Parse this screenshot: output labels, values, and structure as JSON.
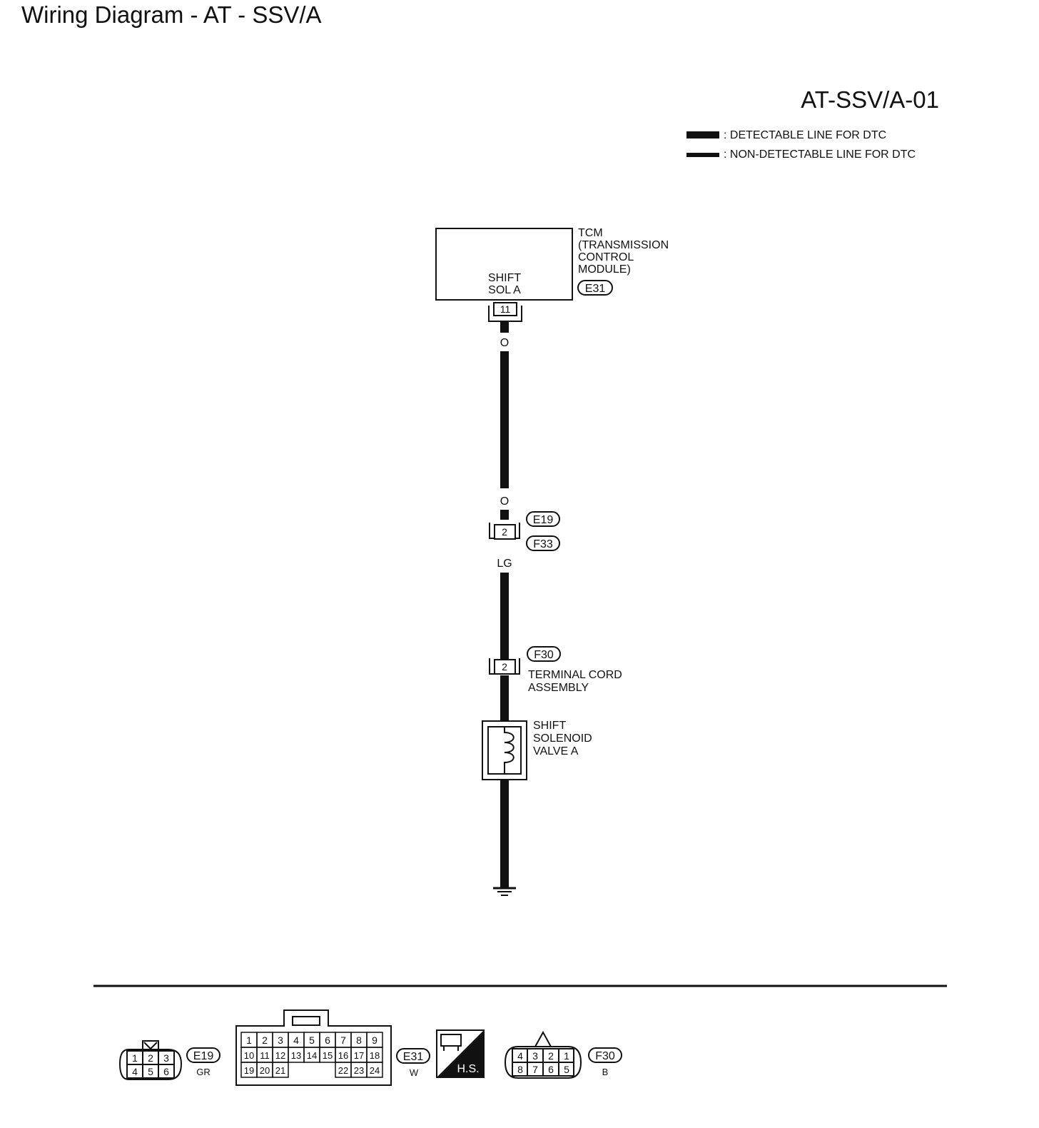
{
  "page_title": "Wiring Diagram - AT - SSV/A",
  "diagram_code": "AT-SSV/A-01",
  "legend": {
    "detectable": ": DETECTABLE LINE FOR DTC",
    "non_detectable": ": NON-DETECTABLE LINE FOR DTC"
  },
  "tcm": {
    "name_lines": [
      "TCM",
      "(TRANSMISSION",
      "CONTROL",
      "MODULE)"
    ],
    "internal_lines": [
      "SHIFT",
      "SOL A"
    ],
    "connector": "E31",
    "terminal": "11"
  },
  "wire_upper": {
    "color_top": "O",
    "color_bottom": "O"
  },
  "joint": {
    "connector_top": "E19",
    "connector_bottom": "F33",
    "terminal": "2",
    "wire_color_after": "LG"
  },
  "terminal_cord": {
    "connector": "F30",
    "terminal": "2",
    "name_lines": [
      "TERMINAL CORD",
      "ASSEMBLY"
    ]
  },
  "solenoid": {
    "name_lines": [
      "SHIFT",
      "SOLENOID",
      "VALVE A"
    ]
  },
  "connector_views": {
    "e19": {
      "id": "E19",
      "color": "GR",
      "row1": [
        "1",
        "2",
        "3"
      ],
      "row2": [
        "4",
        "5",
        "6"
      ]
    },
    "e31": {
      "id": "E31",
      "color": "W",
      "row1": [
        "1",
        "2",
        "3",
        "4",
        "5",
        "6",
        "7",
        "8",
        "9"
      ],
      "row2": [
        "10",
        "11",
        "12",
        "13",
        "14",
        "15",
        "16",
        "17",
        "18"
      ],
      "row3_left": [
        "19",
        "20",
        "21"
      ],
      "row3_right": [
        "22",
        "23",
        "24"
      ]
    },
    "hs_label": "H.S.",
    "f30": {
      "id": "F30",
      "color": "B",
      "row1": [
        "4",
        "3",
        "2",
        "1"
      ],
      "row2": [
        "8",
        "7",
        "6",
        "5"
      ]
    }
  }
}
